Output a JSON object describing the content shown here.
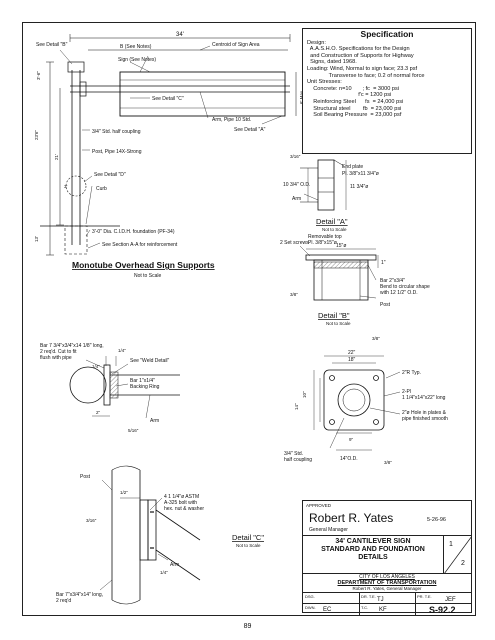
{
  "page_number": "89",
  "spec": {
    "title": "Specification",
    "lines": [
      "Design:",
      "  A.A.S.H.O. Specifications for the Design",
      "  and Construction of Supports for Highway",
      "  Signs, dated 1968.",
      "Loading: Wind, Normal to sign face; 23.3 psf",
      "              Transverse to face; 0.2 of normal force",
      "Unit Stresses:",
      "    Concrete: n=10       ; fc  = 3000 psi",
      "                                 f'c = 1200 psi",
      "    Reinforcing Steel      fs  = 24,000 psi",
      "    Structural steel        fb  = 23,000 psi",
      "    Soil Bearing Pressure  = 23,000 psf"
    ]
  },
  "elevation": {
    "title": "Monotube Overhead Sign Supports",
    "subtitle": "Not to Scale",
    "dim_span": "34'",
    "labels": {
      "see_detail_b": "See Detail \"B\"",
      "b_see_notes": "B (See Notes)",
      "centroid": "Centroid of Sign Area",
      "sign_see_notes": "Sign (See Notes)",
      "see_detail_c": "See Detail \"C\"",
      "arm_pipe": "Arm, Pipe 10 Std.",
      "see_detail_a": "See Detail \"A\"",
      "half_coupling": "3/4\" Std. half coupling",
      "post_pipe": "Post, Pipe 14X-Strong",
      "see_detail_d": "See Detail \"D\"",
      "curb": "Curb",
      "foundation": "3'-0\" Dia. C.I.D.H. foundation (PF-34)",
      "section_aa": "See Section A-A for reinforcement",
      "dim_3_6": "3'-6\"",
      "dim_23_6": "23'6\"",
      "dim_21": "21'",
      "dim_3": "3'",
      "dim_13": "13'",
      "dim_6max": "6' Max."
    }
  },
  "detail_a": {
    "title": "Detail \"A\"",
    "subtitle": "Not to Scale",
    "end_plate": "End plate",
    "end_plate_size": "Pl. 3/8\"x11 3/4\"ø",
    "od": "10 3/4\" O.D.",
    "dia": "11 3/4\"ø",
    "arm": "Arm",
    "weld": "3/16\""
  },
  "detail_b": {
    "title": "Detail \"B\"",
    "subtitle": "Not to Scale",
    "removable_top": "Removable top",
    "top_plate": "Pl. 3/8\"x15\"ø",
    "set_screws": "2 Set screws",
    "dim_15": "15\"ø",
    "dim_1": "1\"",
    "bar": "Bar 2\"x3/4\"",
    "bend": "Bend to circular shape",
    "with_od": "with 12 1/2\" O.D.",
    "post": "Post",
    "weld": "3/8\""
  },
  "detail_c": {
    "title": "Detail \"C\"",
    "subtitle": "Not to Scale",
    "bar_top": "Bar 7 3/4\"x3/4\"x14 1/8\" long,",
    "bar_top2": "2 req'd. Cut to fit",
    "bar_top3": "flush with pipe",
    "dim_1_4": "1/4\"",
    "dim_1_4b": "1/4\"",
    "see_weld": "See \"Weld Detail\"",
    "backing": "Bar 1\"x1/4\"",
    "backing2": "Backing Ring",
    "arm": "Arm",
    "dim_2": "2\"",
    "weld_5_16": "5/16\"",
    "post": "Post",
    "dim_half": "1/2\"",
    "bolt1": "4 1 1/4\"ø ASTM",
    "bolt2": "A-325 bolt with",
    "bolt3": "hex. nut & washer",
    "weld_3_16": "3/16\"",
    "dim_quarter": "1/4\"",
    "bar_bot": "Bar 7\"x3/4\"x14\" long,",
    "bar_bot2": "2 req'd",
    "arm2": "Arm"
  },
  "detail_d": {
    "dim_22": "22\"",
    "dim_18": "18\"",
    "dim_10": "10\"",
    "dim_14": "14\"",
    "dim_9": "9\"",
    "dim_2r": "2\"R Typ.",
    "pl": "2-Pl",
    "pl_size": "1 1/4\"x14\"x22\" long",
    "hole": "2\"ø Hole in plates &",
    "hole2": "pipe finished smooth",
    "coupling": "3/4\" Std.",
    "coupling2": "half coupling",
    "od": "14\"O.D.",
    "weld_top": "3/8\"",
    "weld_bot": "3/8\""
  },
  "title_block": {
    "approved": "APPROVED",
    "name": "Robert R. Yates",
    "date": "5-26-96",
    "role": "General Manager",
    "title1": "34' CANTILEVER SIGN",
    "title2": "STANDARD AND FOUNDATION",
    "title3": "DETAILS",
    "sheet_num": "1",
    "sheet_of": "2",
    "city": "CITY OF LOS ANGELES",
    "dept": "DEPARTMENT OF TRANSPORTATION",
    "gm": "Robert R. Yates, General Manager",
    "dsg_label": "DSG.",
    "dr_label": "DR. T.E.",
    "dr_val": "TJ",
    "pr_label": "PR. T.E.",
    "pr_val": "JEF",
    "dwn_label": "DWN.",
    "dwn_val": "EC",
    "tc_label": "T.C.",
    "tc_val": "KF",
    "dwg_no": "S-92.2"
  }
}
